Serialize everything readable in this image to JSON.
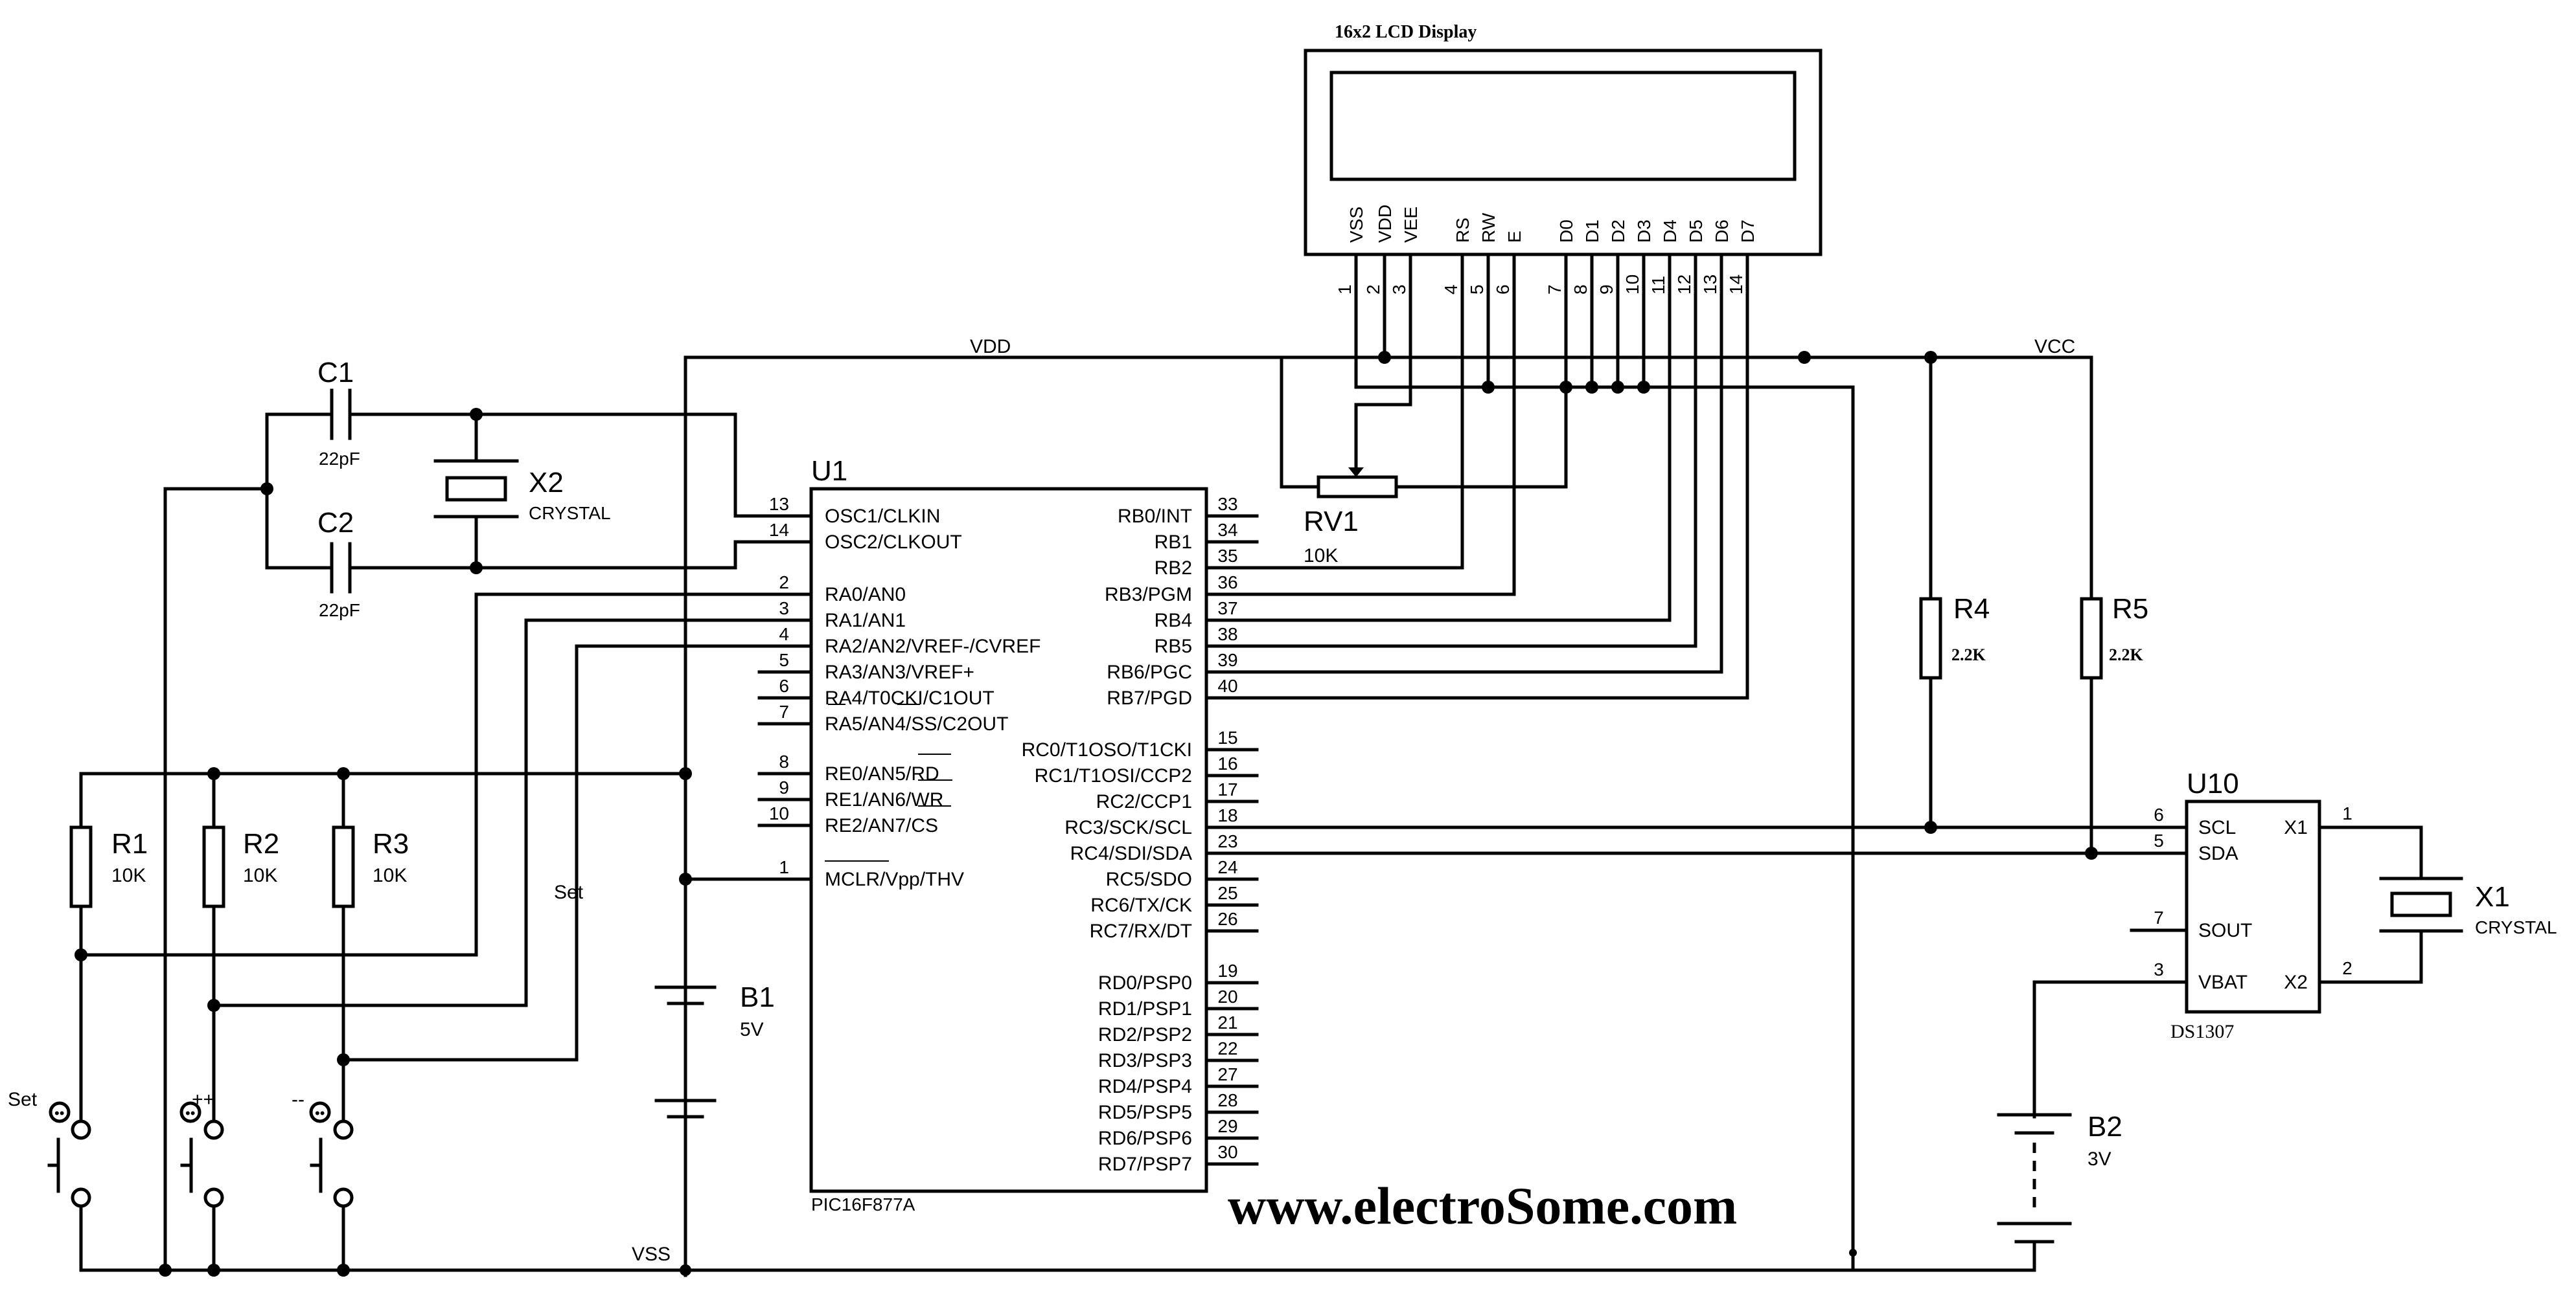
{
  "lcd": {
    "title": "16x2 LCD Display",
    "pins": [
      {
        "name": "VSS",
        "num": "1"
      },
      {
        "name": "VDD",
        "num": "2"
      },
      {
        "name": "VEE",
        "num": "3"
      },
      {
        "name": "RS",
        "num": "4"
      },
      {
        "name": "RW",
        "num": "5"
      },
      {
        "name": "E",
        "num": "6"
      },
      {
        "name": "D0",
        "num": "7"
      },
      {
        "name": "D1",
        "num": "8"
      },
      {
        "name": "D2",
        "num": "9"
      },
      {
        "name": "D3",
        "num": "10"
      },
      {
        "name": "D4",
        "num": "11"
      },
      {
        "name": "D5",
        "num": "12"
      },
      {
        "name": "D6",
        "num": "13"
      },
      {
        "name": "D7",
        "num": "14"
      }
    ]
  },
  "nets": {
    "vdd": "VDD",
    "vcc": "VCC",
    "vss": "VSS",
    "set": "Set"
  },
  "mcu": {
    "ref": "U1",
    "part": "PIC16F877A",
    "left_pins": [
      {
        "num": "13",
        "label": "OSC1/CLKIN"
      },
      {
        "num": "14",
        "label": "OSC2/CLKOUT"
      },
      {
        "num": "2",
        "label": "RA0/AN0"
      },
      {
        "num": "3",
        "label": "RA1/AN1"
      },
      {
        "num": "4",
        "label": "RA2/AN2/VREF-/CVREF"
      },
      {
        "num": "5",
        "label": "RA3/AN3/VREF+"
      },
      {
        "num": "6",
        "label": "RA4/T0CKI/C1OUT"
      },
      {
        "num": "7",
        "label": "RA5/AN4/SS/C2OUT"
      },
      {
        "num": "8",
        "label": "RE0/AN5/RD"
      },
      {
        "num": "9",
        "label": "RE1/AN6/WR"
      },
      {
        "num": "10",
        "label": "RE2/AN7/CS"
      },
      {
        "num": "1",
        "label": "MCLR/Vpp/THV"
      }
    ],
    "right_pins": [
      {
        "num": "33",
        "label": "RB0/INT"
      },
      {
        "num": "34",
        "label": "RB1"
      },
      {
        "num": "35",
        "label": "RB2"
      },
      {
        "num": "36",
        "label": "RB3/PGM"
      },
      {
        "num": "37",
        "label": "RB4"
      },
      {
        "num": "38",
        "label": "RB5"
      },
      {
        "num": "39",
        "label": "RB6/PGC"
      },
      {
        "num": "40",
        "label": "RB7/PGD"
      },
      {
        "num": "15",
        "label": "RC0/T1OSO/T1CKI"
      },
      {
        "num": "16",
        "label": "RC1/T1OSI/CCP2"
      },
      {
        "num": "17",
        "label": "RC2/CCP1"
      },
      {
        "num": "18",
        "label": "RC3/SCK/SCL"
      },
      {
        "num": "23",
        "label": "RC4/SDI/SDA"
      },
      {
        "num": "24",
        "label": "RC5/SDO"
      },
      {
        "num": "25",
        "label": "RC6/TX/CK"
      },
      {
        "num": "26",
        "label": "RC7/RX/DT"
      },
      {
        "num": "19",
        "label": "RD0/PSP0"
      },
      {
        "num": "20",
        "label": "RD1/PSP1"
      },
      {
        "num": "21",
        "label": "RD2/PSP2"
      },
      {
        "num": "22",
        "label": "RD3/PSP3"
      },
      {
        "num": "27",
        "label": "RD4/PSP4"
      },
      {
        "num": "28",
        "label": "RD5/PSP5"
      },
      {
        "num": "29",
        "label": "RD6/PSP6"
      },
      {
        "num": "30",
        "label": "RD7/PSP7"
      }
    ]
  },
  "rtc": {
    "ref": "U10",
    "part": "DS1307",
    "pins": [
      {
        "num": "6",
        "label": "SCL"
      },
      {
        "num": "5",
        "label": "SDA"
      },
      {
        "num": "7",
        "label": "SOUT"
      },
      {
        "num": "3",
        "label": "VBAT"
      },
      {
        "num": "1",
        "label": "X1"
      },
      {
        "num": "2",
        "label": "X2"
      }
    ]
  },
  "components": {
    "c1": {
      "ref": "C1",
      "value": "22pF"
    },
    "c2": {
      "ref": "C2",
      "value": "22pF"
    },
    "x2": {
      "ref": "X2",
      "value": "CRYSTAL"
    },
    "x1": {
      "ref": "X1",
      "value": "CRYSTAL"
    },
    "rv1": {
      "ref": "RV1",
      "value": "10K"
    },
    "r1": {
      "ref": "R1",
      "value": "10K"
    },
    "r2": {
      "ref": "R2",
      "value": "10K"
    },
    "r3": {
      "ref": "R3",
      "value": "10K"
    },
    "r4": {
      "ref": "R4",
      "value": "2.2K"
    },
    "r5": {
      "ref": "R5",
      "value": "2.2K"
    },
    "b1": {
      "ref": "B1",
      "value": "5V"
    },
    "b2": {
      "ref": "B2",
      "value": "3V"
    }
  },
  "buttons": {
    "set": "Set",
    "up": "++",
    "down": "--"
  },
  "watermark": "www.electroSome.com"
}
